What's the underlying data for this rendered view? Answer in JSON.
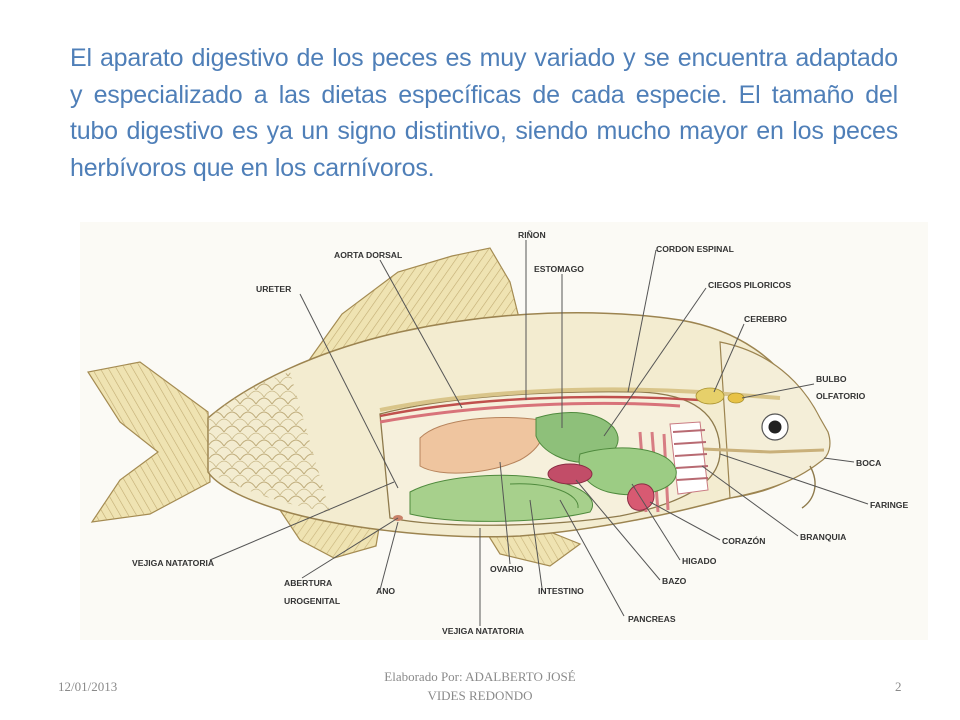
{
  "slide": {
    "body_text": "El aparato digestivo de los peces es muy variado y se encuentra adaptado y especializado a las dietas específicas de cada especie. El tamaño del tubo digestivo es ya un signo distintivo, siendo mucho mayor en los peces herbívoros que en los carnívoros."
  },
  "diagram": {
    "labels": {
      "rinon": "RIÑON",
      "aorta_dorsal": "AORTA DORSAL",
      "cordon_espinal": "CORDON ESPINAL",
      "estomago": "ESTOMAGO",
      "ureter": "URETER",
      "ciegos_piloricos": "CIEGOS PILORICOS",
      "cerebro": "CEREBRO",
      "bulbo": "BULBO",
      "olfatorio": "OLFATORIO",
      "boca": "BOCA",
      "faringe": "FARINGE",
      "branquia": "BRANQUIA",
      "corazon": "CORAZÓN",
      "higado": "HIGADO",
      "bazo": "BAZO",
      "vejiga_natatoria_left": "VEJIGA NATATORIA",
      "abertura": "ABERTURA",
      "urogenital": "UROGENITAL",
      "ano": "ANO",
      "ovario": "OVARIO",
      "intestino": "INTESTINO",
      "pancreas": "PANCREAS",
      "vejiga_natatoria_bottom": "VEJIGA NATATORIA"
    }
  },
  "footer": {
    "date": "12/01/2013",
    "author_line1": "Elaborado Por: ADALBERTO JOSÉ",
    "author_line2": "VIDES REDONDO",
    "page": "2"
  }
}
